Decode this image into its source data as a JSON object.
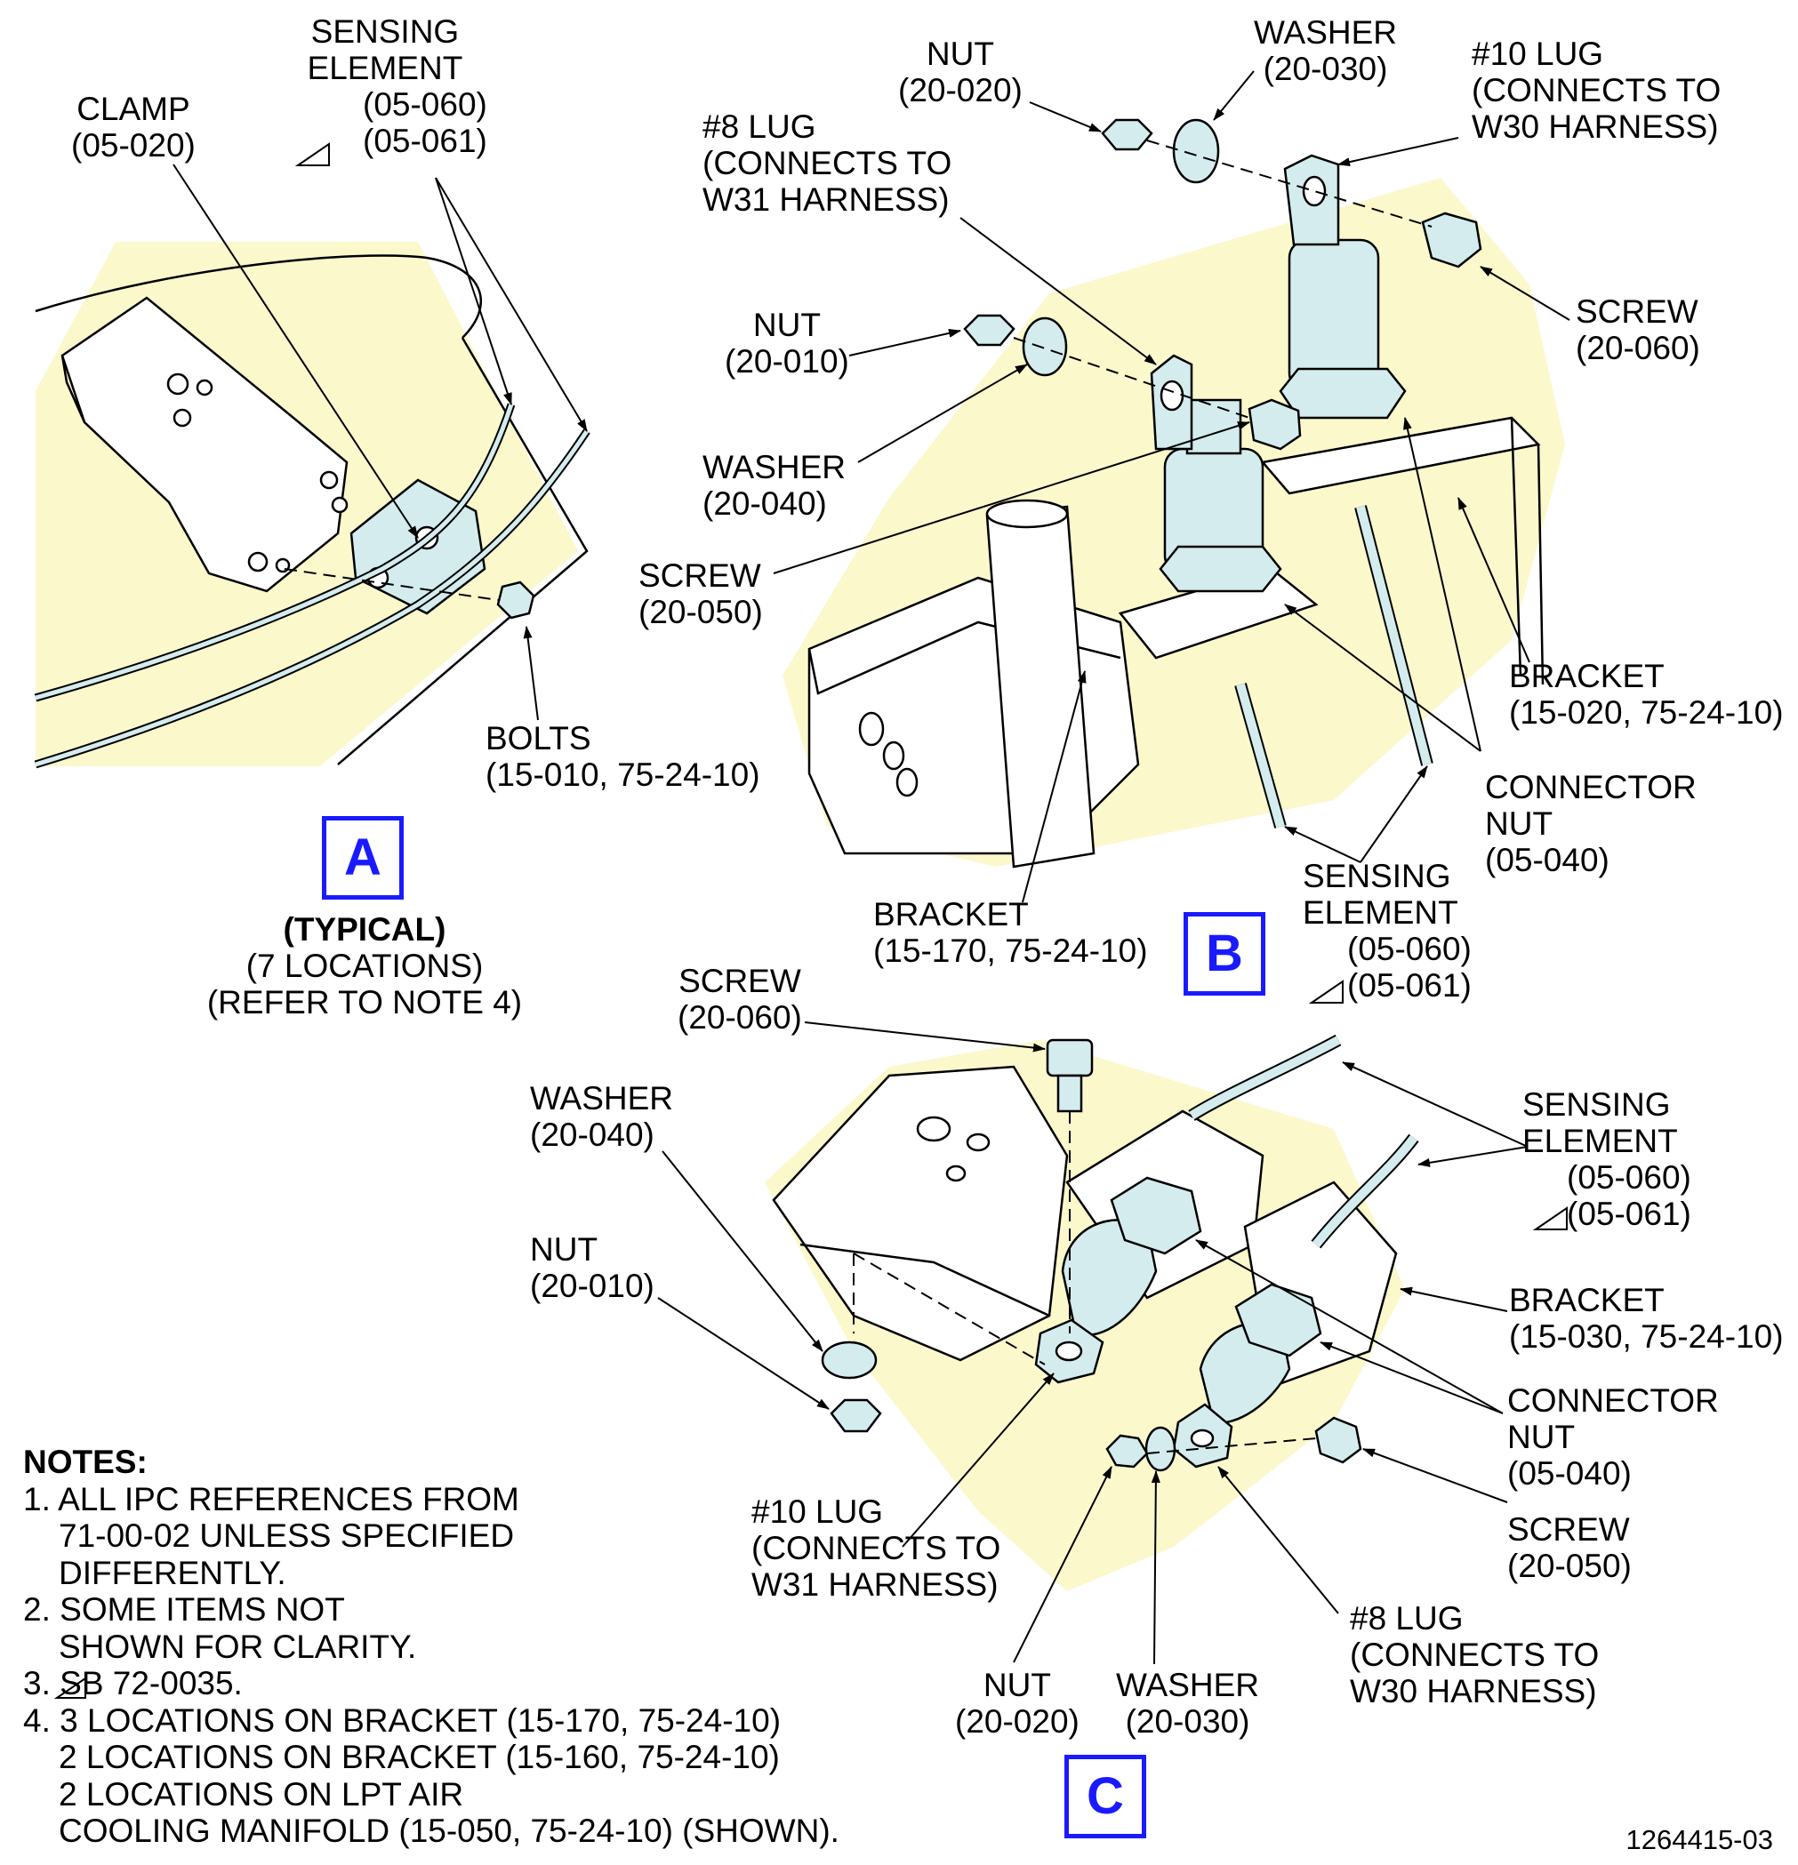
{
  "colors": {
    "highlight": "#fbf8cc",
    "view_letter": "#1a1aff",
    "line": "#000000",
    "part_fill": "#d4ecee"
  },
  "view_a": {
    "letter": "A",
    "labels": {
      "sensing_element": [
        "SENSING",
        "ELEMENT",
        "(05-060)",
        "(05-061)"
      ],
      "clamp": [
        "CLAMP",
        "(05-020)"
      ],
      "bolts": [
        "BOLTS",
        "(15-010, 75-24-10)"
      ]
    },
    "caption": [
      "(TYPICAL)",
      "(7 LOCATIONS)",
      "(REFER TO NOTE 4)"
    ]
  },
  "view_b": {
    "letter": "B",
    "labels": {
      "nut_top": [
        "NUT",
        "(20-020)"
      ],
      "washer_top": [
        "WASHER",
        "(20-030)"
      ],
      "lug10": [
        "#10 LUG",
        "(CONNECTS TO",
        "W30 HARNESS)"
      ],
      "lug8": [
        "#8 LUG",
        "(CONNECTS TO",
        "W31 HARNESS)"
      ],
      "screw_right": [
        "SCREW",
        "(20-060)"
      ],
      "nut_left": [
        "NUT",
        "(20-010)"
      ],
      "washer_left": [
        "WASHER",
        "(20-040)"
      ],
      "screw_left": [
        "SCREW",
        "(20-050)"
      ],
      "bracket_right": [
        "BRACKET",
        "(15-020, 75-24-10)"
      ],
      "connector_nut": [
        "CONNECTOR",
        "NUT",
        "(05-040)"
      ],
      "bracket_bottom": [
        "BRACKET",
        "(15-170, 75-24-10)"
      ],
      "sensing_element": [
        "SENSING",
        "ELEMENT",
        "(05-060)",
        "(05-061)"
      ]
    }
  },
  "view_c": {
    "letter": "C",
    "labels": {
      "screw_top": [
        "SCREW",
        "(20-060)"
      ],
      "washer_left": [
        "WASHER",
        "(20-040)"
      ],
      "nut_left": [
        "NUT",
        "(20-010)"
      ],
      "sensing_element": [
        "SENSING",
        "ELEMENT",
        "(05-060)",
        "(05-061)"
      ],
      "bracket": [
        "BRACKET",
        "(15-030, 75-24-10)"
      ],
      "connector_nut": [
        "CONNECTOR",
        "NUT",
        "(05-040)"
      ],
      "screw_right": [
        "SCREW",
        "(20-050)"
      ],
      "lug10": [
        "#10 LUG",
        "(CONNECTS TO",
        "W31 HARNESS)"
      ],
      "nut_bottom": [
        "NUT",
        "(20-020)"
      ],
      "washer_bottom": [
        "WASHER",
        "(20-030)"
      ],
      "lug8": [
        "#8 LUG",
        "(CONNECTS TO",
        "W30 HARNESS)"
      ]
    }
  },
  "notes": {
    "title": "NOTES:",
    "items": [
      [
        "1. ALL IPC REFERENCES FROM",
        "71-00-02 UNLESS SPECIFIED",
        "DIFFERENTLY."
      ],
      [
        "2. SOME ITEMS NOT",
        "SHOWN FOR CLARITY."
      ],
      [
        "3. SB 72-0035."
      ],
      [
        "4. 3 LOCATIONS ON BRACKET (15-170, 75-24-10)",
        "2 LOCATIONS ON BRACKET (15-160, 75-24-10)",
        "2 LOCATIONS ON LPT AIR",
        "COOLING MANIFOLD (15-050, 75-24-10) (SHOWN)."
      ]
    ]
  },
  "document_number": "1264415-03"
}
